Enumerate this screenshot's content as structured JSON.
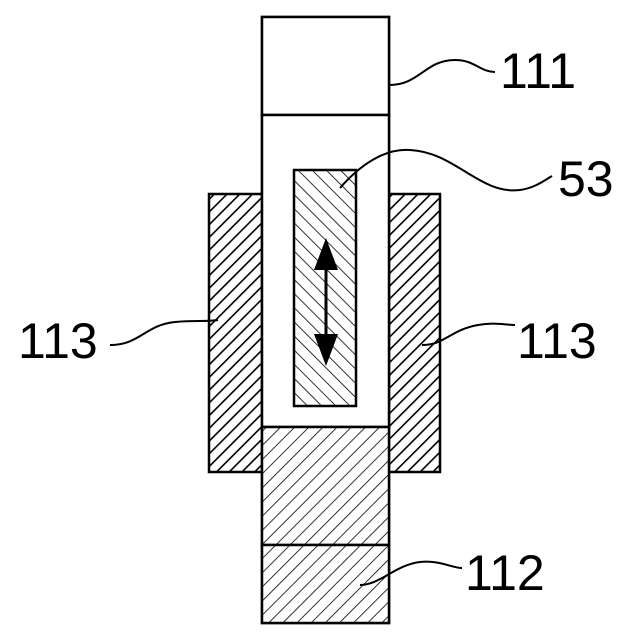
{
  "labels": {
    "top_block": "111",
    "bottom_block": "112",
    "side_left": "113",
    "side_right": "113",
    "moving_part": "53"
  },
  "colors": {
    "stroke": "#000000",
    "background": "#ffffff"
  },
  "icons": {
    "motion": "double-headed-vertical-arrow"
  }
}
